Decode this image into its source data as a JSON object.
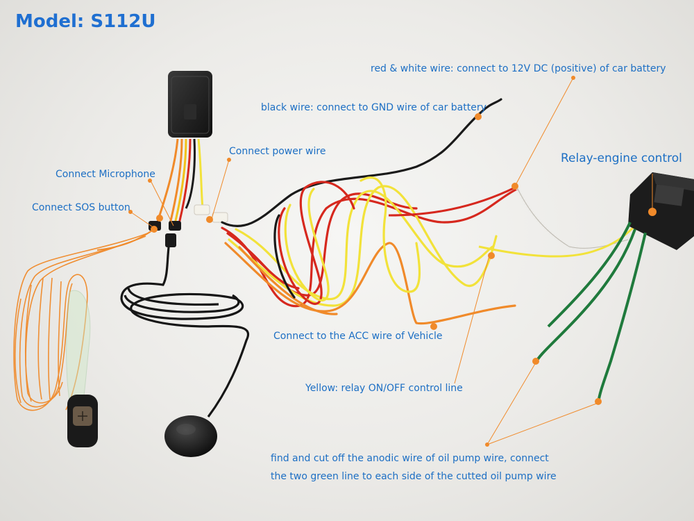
{
  "title": "Model: S112U",
  "labels": {
    "red_white": "red & white wire: connect to 12V DC (positive) of car battery",
    "black": "black wire: connect to GND wire of car battery",
    "power": "Connect power wire",
    "relay": "Relay-engine control",
    "microphone": "Connect Microphone",
    "sos": "Connect SOS button",
    "acc": "Connect to the ACC wire of Vehicle",
    "yellow": "Yellow: relay ON/OFF control line",
    "oil_line1": "find and cut off the anodic wire of oil pump wire, connect",
    "oil_line2": "the two green line to each side of the cutted oil pump wire"
  },
  "colors": {
    "label_text": "#1d6fc4",
    "leader_line": "#f08a2a",
    "wire_red": "#d6281e",
    "wire_yellow": "#f2e23a",
    "wire_orange": "#f08a2a",
    "wire_black": "#1a1a1a",
    "wire_green": "#1f7a3c"
  },
  "icons": [
    "gps-tracker-device",
    "microphone-icon",
    "sos-button-icon",
    "relay-icon"
  ]
}
